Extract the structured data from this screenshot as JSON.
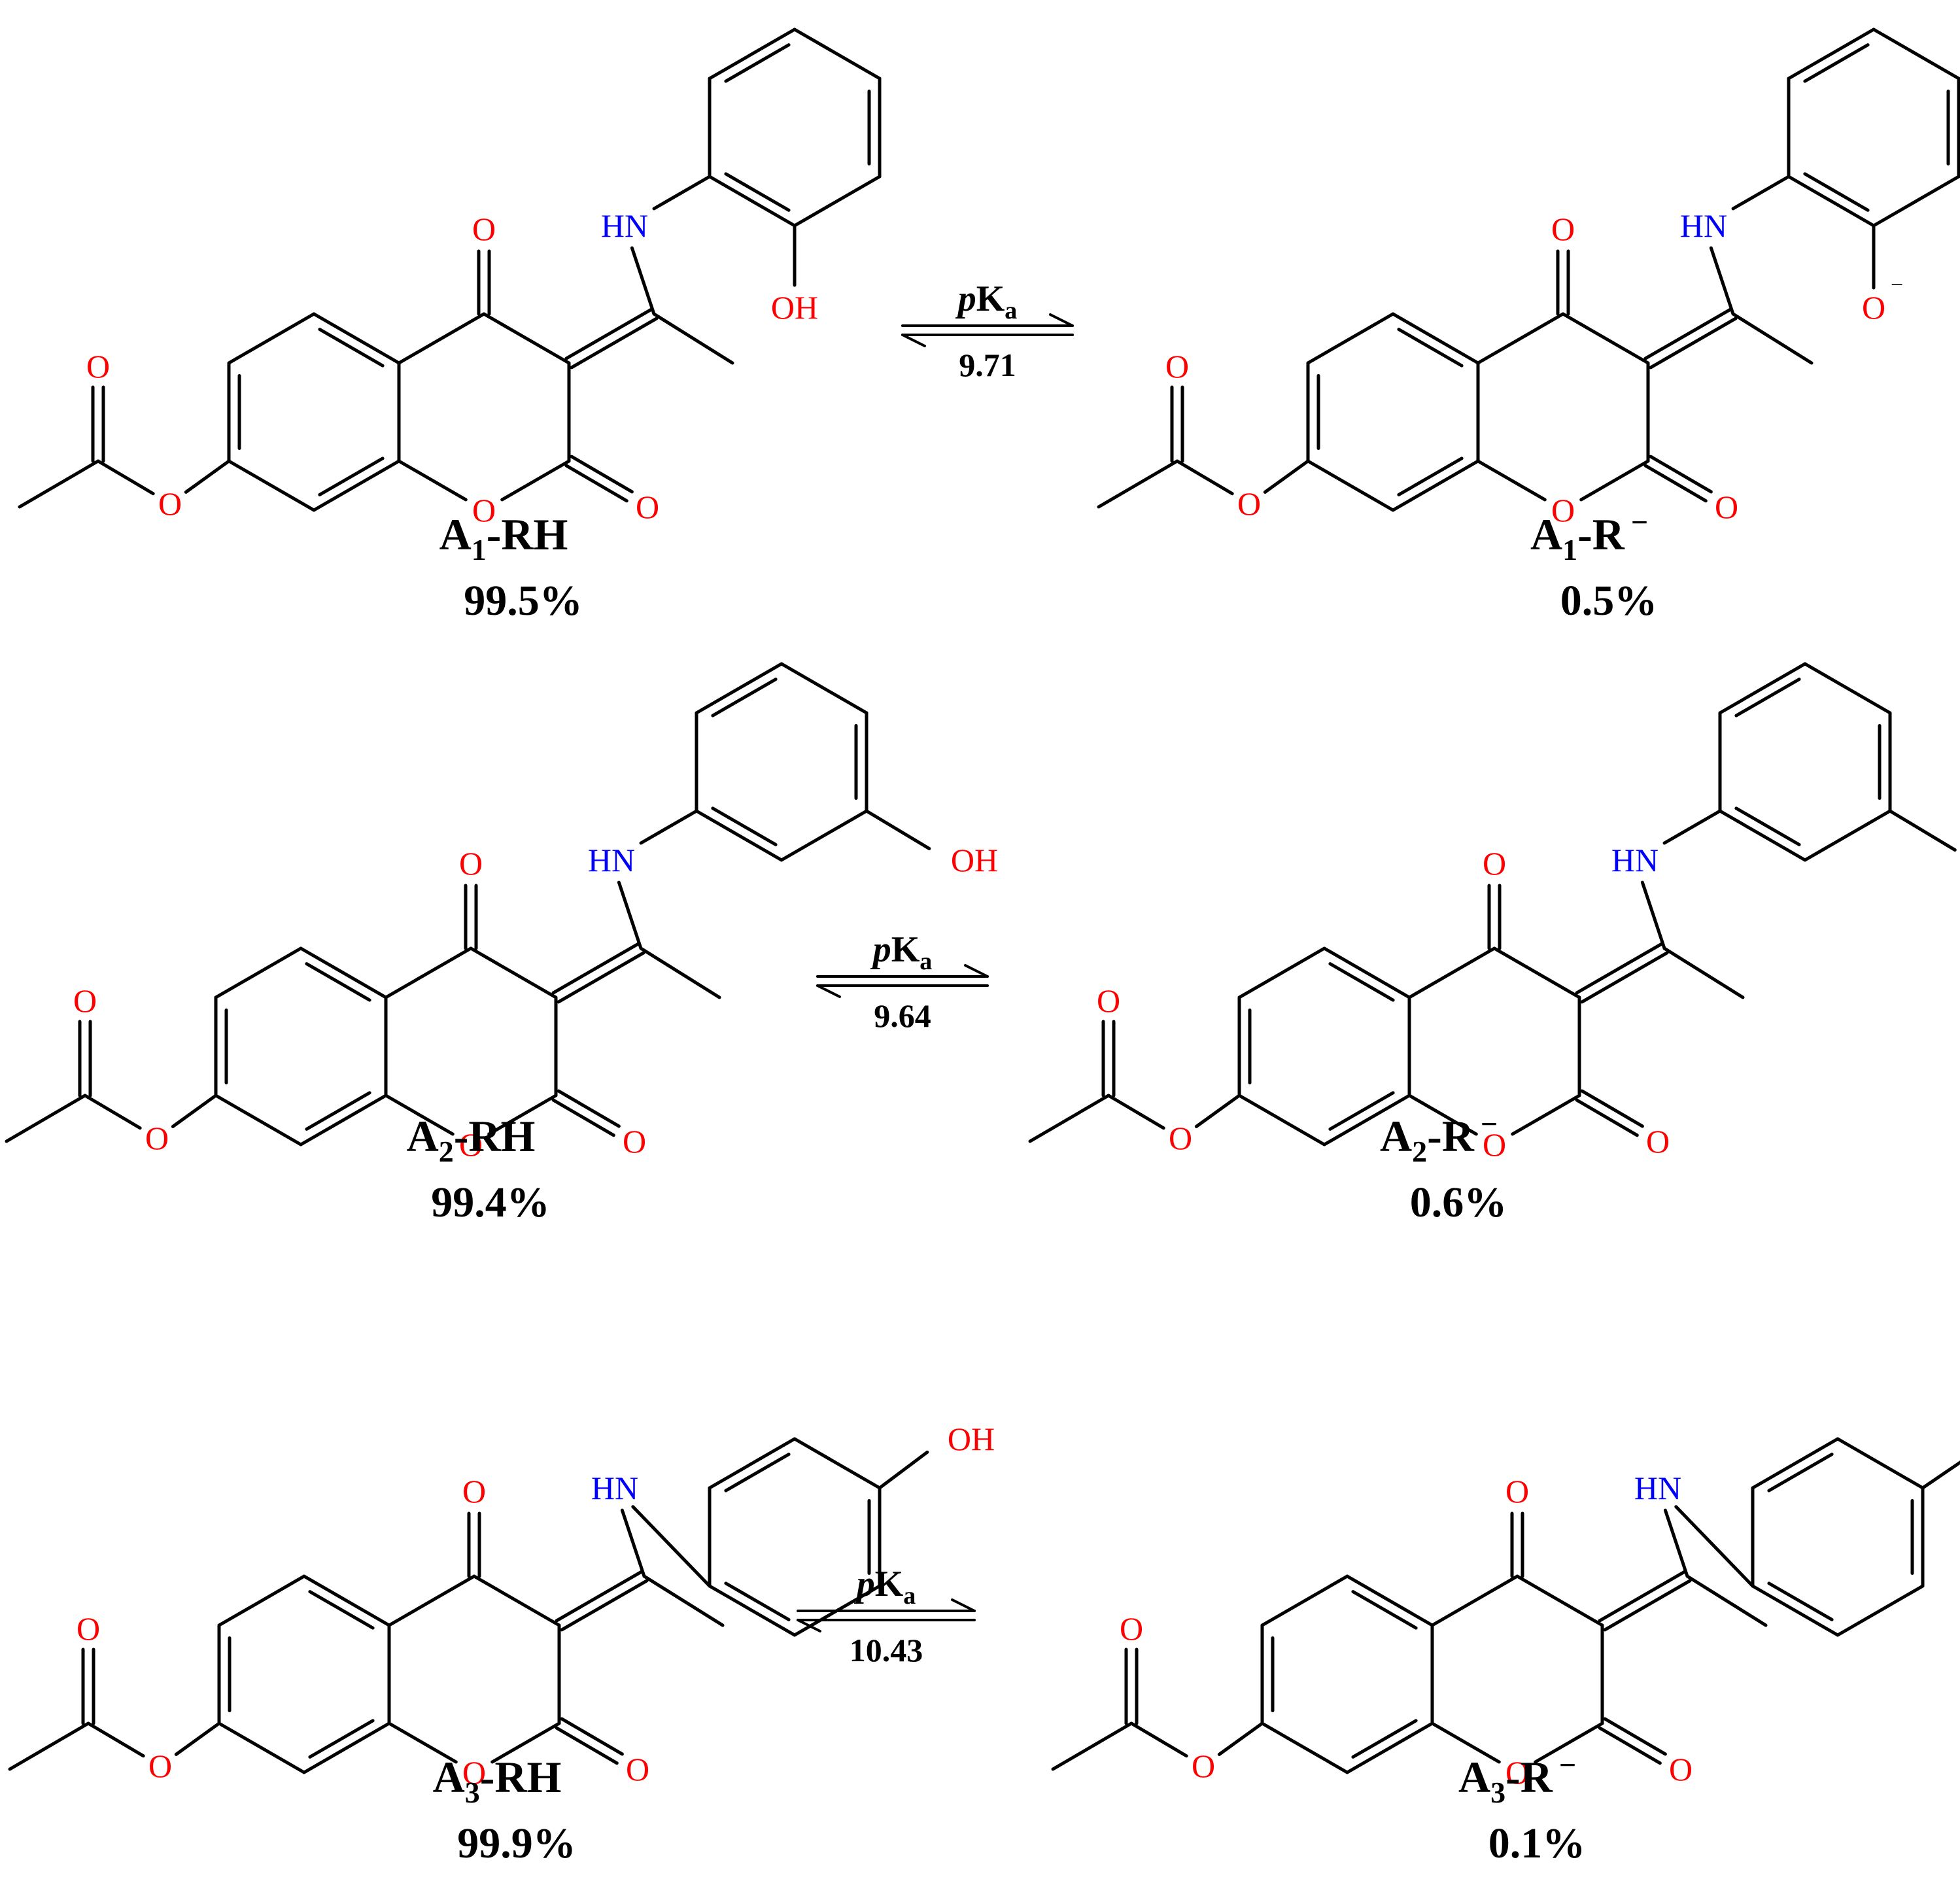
{
  "colors": {
    "oxygen": "#ff0000",
    "nitrogen": "#0000ff",
    "bond": "#000000"
  },
  "atom_labels": {
    "O": "O",
    "HN": "HN",
    "OH": "OH",
    "O_minus": "O",
    "minus": "−"
  },
  "pka_label": {
    "p": "p",
    "K": "K",
    "a": "a"
  },
  "rows": [
    {
      "acid": {
        "letter": "A",
        "sub": "1",
        "suffix": "-RH",
        "percent": "99.5%"
      },
      "base": {
        "letter": "A",
        "sub": "1",
        "suffix": "-R",
        "charge": "−",
        "percent": "0.5%"
      },
      "pka": "9.71",
      "substitution": "ortho"
    },
    {
      "acid": {
        "letter": "A",
        "sub": "2",
        "suffix": "-RH",
        "percent": "99.4%"
      },
      "base": {
        "letter": "A",
        "sub": "2",
        "suffix": "-R",
        "charge": "−",
        "percent": "0.6%"
      },
      "pka": "9.64",
      "substitution": "meta"
    },
    {
      "acid": {
        "letter": "A",
        "sub": "3",
        "suffix": "-RH",
        "percent": "99.9%"
      },
      "base": {
        "letter": "A",
        "sub": "3",
        "suffix": "-R",
        "charge": "−",
        "percent": "0.1%"
      },
      "pka": "10.43",
      "substitution": "para"
    }
  ]
}
